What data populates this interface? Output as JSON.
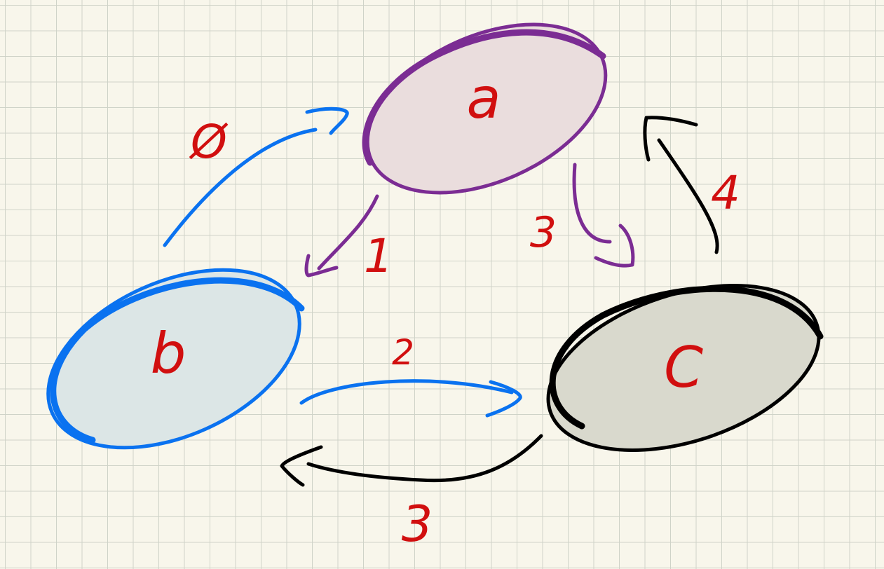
{
  "colors": {
    "node_a_stroke": "#7b2c93",
    "node_a_fill": "#eadddd",
    "node_b_stroke": "#0a72f0",
    "node_b_fill": "#dce6e6",
    "node_c_stroke": "#000000",
    "node_c_fill": "#d9d9cd",
    "edge_blue": "#0a72f0",
    "edge_purple": "#7b2c93",
    "edge_black": "#000000",
    "label_red": "#d10f0f"
  },
  "nodes": [
    {
      "id": "a",
      "label": "a"
    },
    {
      "id": "b",
      "label": "b"
    },
    {
      "id": "c",
      "label": "C"
    }
  ],
  "edges": [
    {
      "from": "b",
      "to": "a",
      "label": "Ø"
    },
    {
      "from": "a",
      "to": "b",
      "label": "1"
    },
    {
      "from": "b",
      "to": "c",
      "label": "2"
    },
    {
      "from": "a",
      "to": "c",
      "label": "3"
    },
    {
      "from": "c",
      "to": "b",
      "label": "3"
    },
    {
      "from": "c",
      "to": "a",
      "label": "4"
    }
  ]
}
